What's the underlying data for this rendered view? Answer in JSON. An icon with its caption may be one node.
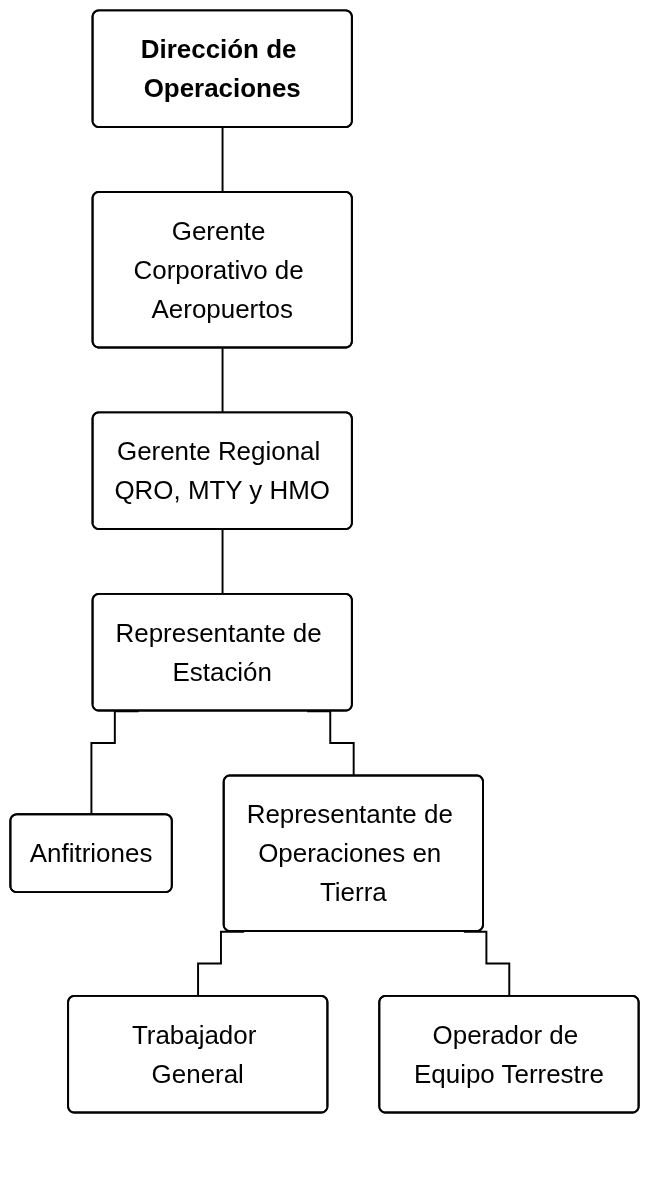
{
  "diagram": {
    "nodes": [
      {
        "text": [
          "Dirección de Operaciones"
        ]
      },
      {
        "text": [
          "Gerente Corporativo de Aeropuertos"
        ]
      },
      {
        "text": [
          "Gerente Regional QRO, MTY y HMO"
        ]
      },
      {
        "text": [
          "Representante de Estación"
        ]
      },
      {
        "text": [
          "Anfitriones"
        ]
      },
      {
        "text": [
          "Representante de Operaciones en Tierra"
        ]
      },
      {
        "text": [
          "Trabajador General"
        ]
      },
      {
        "text": [
          "Operador de Equipo Terrestre"
        ]
      }
    ],
    "edges": [
      {
        "from": 0,
        "to": 1,
        "arrow": "none"
      },
      {
        "from": 1,
        "to": 2,
        "arrow": "none"
      },
      {
        "from": 2,
        "to": 3,
        "arrow": "none"
      },
      {
        "from": 3,
        "to": 4,
        "arrow": "none"
      },
      {
        "from": 3,
        "to": 5,
        "arrow": "none"
      },
      {
        "from": 5,
        "to": 6,
        "arrow": "none"
      },
      {
        "from": 5,
        "to": 7,
        "arrow": "none"
      }
    ]
  }
}
